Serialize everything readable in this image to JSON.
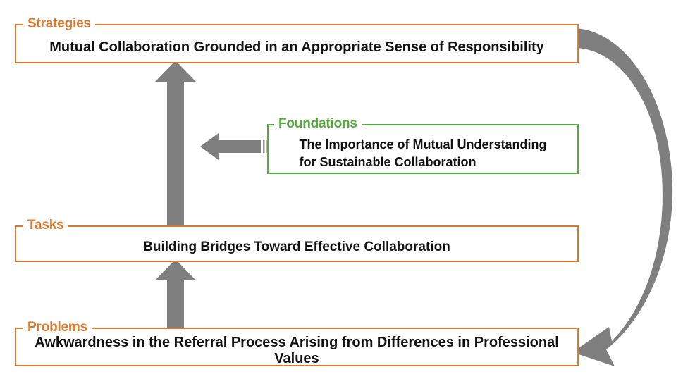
{
  "diagram": {
    "title_label_color": "#D97A33",
    "foundations_color": "#57A93F",
    "arrow_color": "#7F7F7F",
    "boxes": [
      {
        "key": "strategies",
        "caption": "Strategies",
        "text": "Mutual Collaboration Grounded in an Appropriate Sense of Responsibility",
        "accent": "#D97A33"
      },
      {
        "key": "foundations",
        "caption": "Foundations",
        "line1": "The Importance of Mutual Understanding",
        "line2": "for Sustainable Collaboration",
        "accent": "#57A93F"
      },
      {
        "key": "tasks",
        "caption": "Tasks",
        "text": "Building Bridges Toward Effective Collaboration",
        "accent": "#D97A33"
      },
      {
        "key": "problems",
        "caption": "Problems",
        "text": "Awkwardness in the Referral Process Arising from Differences in Professional Values",
        "accent": "#D97A33"
      }
    ],
    "arrows": [
      {
        "key": "tasks-to-strategies",
        "direction": "up"
      },
      {
        "key": "problems-to-tasks",
        "direction": "up"
      },
      {
        "key": "foundations-to-flow",
        "direction": "left"
      },
      {
        "key": "strategies-to-problems-cycle",
        "direction": "curved-down"
      }
    ]
  }
}
